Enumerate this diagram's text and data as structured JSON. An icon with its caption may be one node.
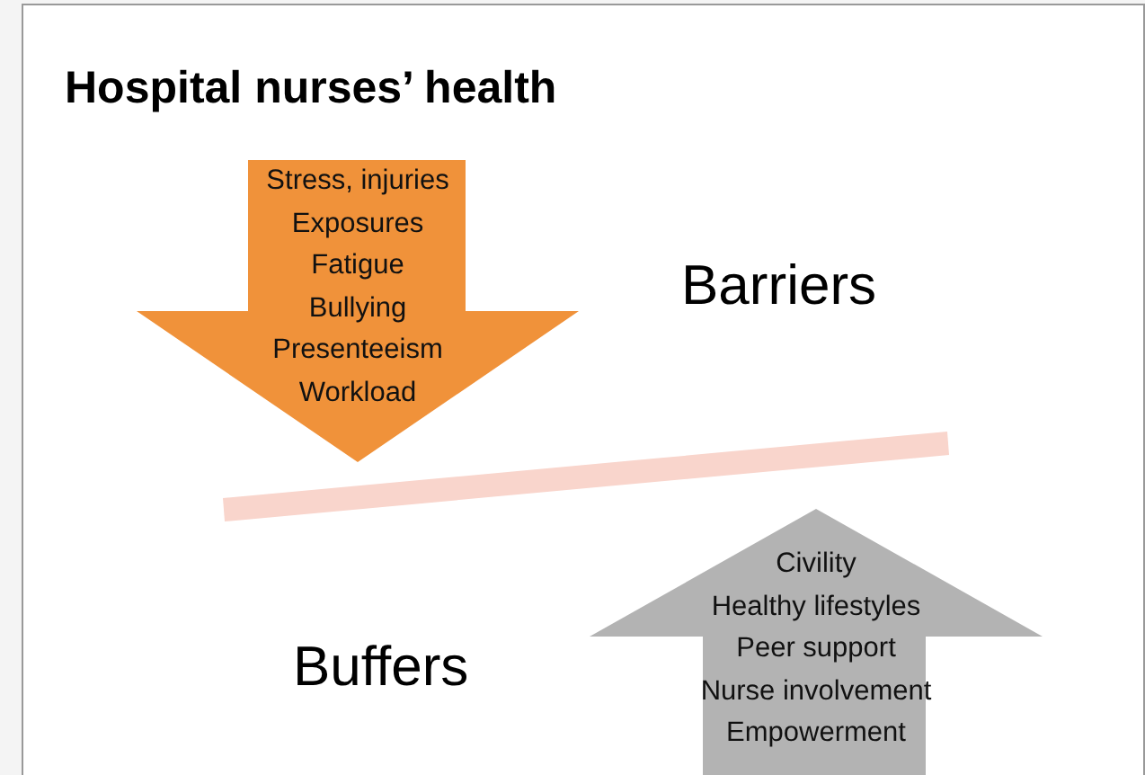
{
  "diagram": {
    "title": "Hospital nurses’ health",
    "nodes": [
      {
        "text": [
          "Stress, injuries",
          "Exposures",
          "Fatigue",
          "Bullying",
          "Presenteeism",
          "Workload"
        ]
      },
      {
        "text": [],
        "shape": "bar"
      },
      {
        "text": [
          "Civility",
          "Healthy lifestyles",
          "Peer support",
          "Nurse involvement",
          "Empowerment"
        ]
      }
    ],
    "labels": [
      "Barriers",
      "Buffers"
    ]
  }
}
